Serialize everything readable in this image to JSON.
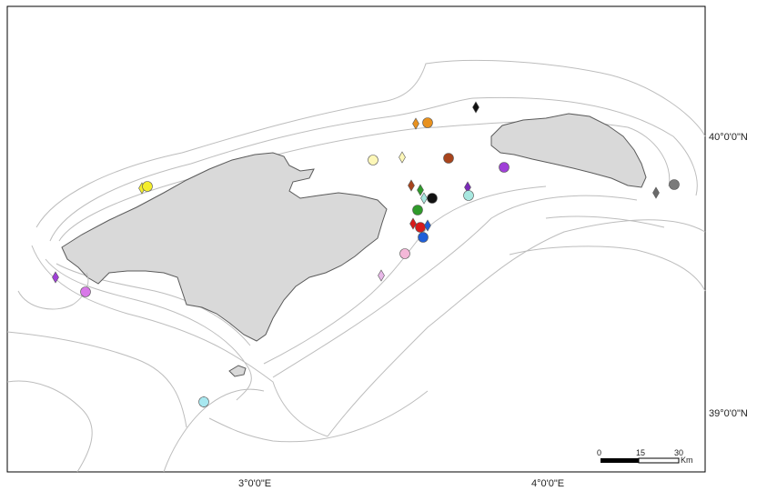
{
  "map": {
    "lat_labels": [
      "40°0'0\"N",
      "39°0'0\"N"
    ],
    "lon_labels": [
      "3°0'0\"E",
      "4°0'0\"E"
    ],
    "scale_bar": {
      "ticks": [
        "0",
        "15",
        "30"
      ],
      "unit": "Km"
    },
    "colors": {
      "land": "#d9d9d9",
      "coast": "#5a5a5a",
      "isobath": "#bdbdbd",
      "frame": "#000000"
    },
    "markers": [
      {
        "shape": "diamond",
        "color": "#111111"
      },
      {
        "shape": "diamond",
        "color": "#e8911e"
      },
      {
        "shape": "circle",
        "color": "#e8911e"
      },
      {
        "shape": "circle",
        "color": "#fdf7b8"
      },
      {
        "shape": "diamond",
        "color": "#fdf7b8"
      },
      {
        "shape": "circle",
        "color": "#a8441c"
      },
      {
        "shape": "circle",
        "color": "#a040d8"
      },
      {
        "shape": "diamond",
        "color": "#f4ee2c"
      },
      {
        "shape": "circle",
        "color": "#f4ee2c"
      },
      {
        "shape": "diamond",
        "color": "#a8441c"
      },
      {
        "shape": "diamond",
        "color": "#2f9a2a"
      },
      {
        "shape": "diamond",
        "color": "#a8e8e0"
      },
      {
        "shape": "circle",
        "color": "#111111"
      },
      {
        "shape": "diamond",
        "color": "#7a2ab8"
      },
      {
        "shape": "circle",
        "color": "#a8e8e0"
      },
      {
        "shape": "circle",
        "color": "#2f9a2a"
      },
      {
        "shape": "diamond",
        "color": "#d81c1c"
      },
      {
        "shape": "circle",
        "color": "#d81c1c"
      },
      {
        "shape": "diamond",
        "color": "#1f5fd8"
      },
      {
        "shape": "circle",
        "color": "#1f5fd8"
      },
      {
        "shape": "circle",
        "color": "#f4b8d8"
      },
      {
        "shape": "diamond",
        "color": "#e8b8e8"
      },
      {
        "shape": "diamond",
        "color": "#a040d8"
      },
      {
        "shape": "circle",
        "color": "#d878e8"
      },
      {
        "shape": "diamond",
        "color": "#2ab8c8"
      },
      {
        "shape": "circle",
        "color": "#a8e8f0"
      },
      {
        "shape": "diamond",
        "color": "#6a6a6a"
      },
      {
        "shape": "circle",
        "color": "#7a7a7a"
      }
    ]
  }
}
